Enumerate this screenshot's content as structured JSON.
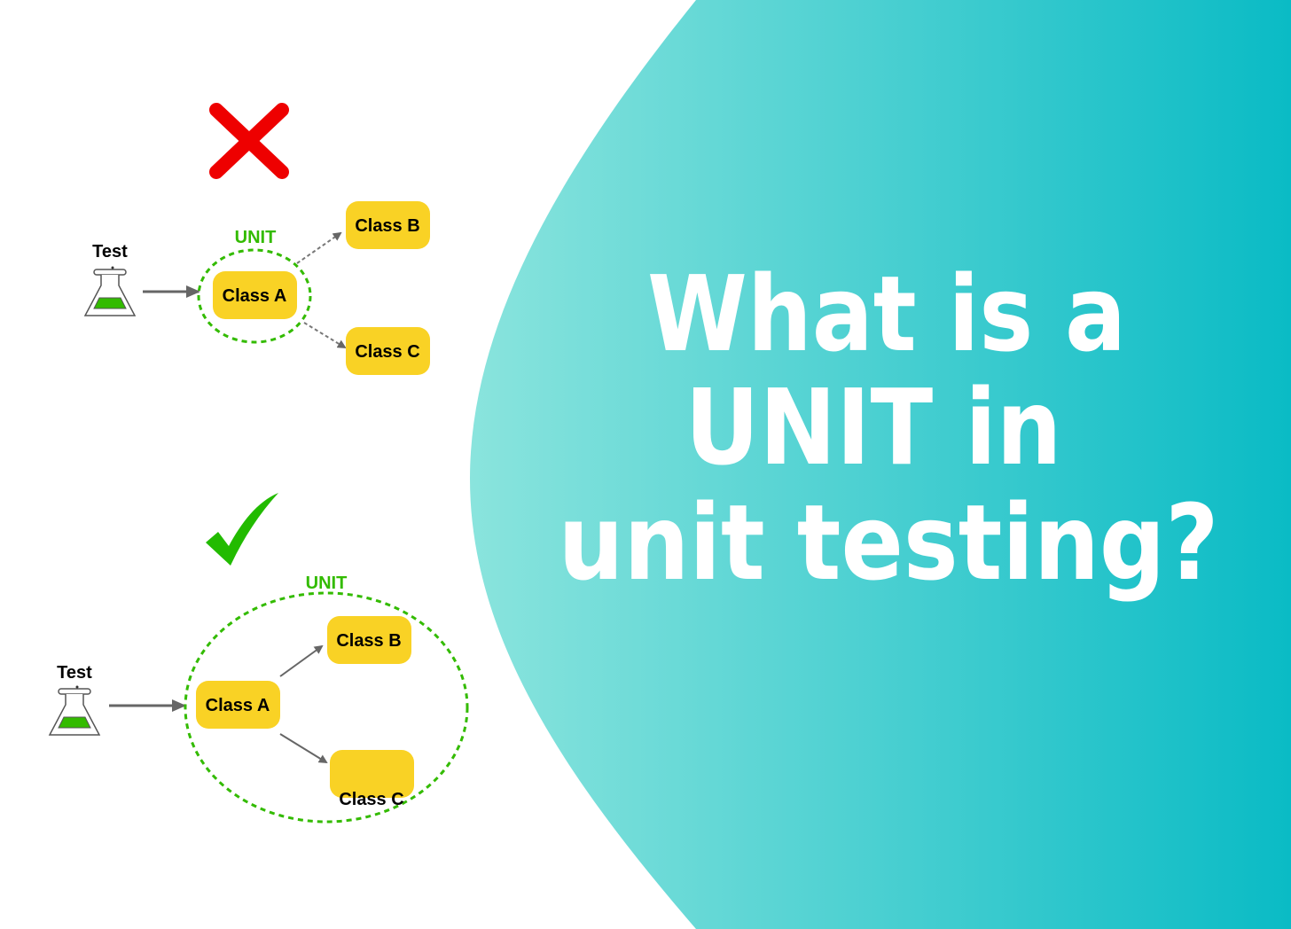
{
  "title": {
    "line1": "What is a",
    "line2": "UNIT in",
    "line3": "unit testing?"
  },
  "wrong_example": {
    "marker_icon": "red-cross-icon",
    "test_label": "Test",
    "unit_label": "UNIT",
    "class_a": "Class A",
    "class_b": "Class B",
    "class_c": "Class C"
  },
  "right_example": {
    "marker_icon": "green-check-icon",
    "test_label": "Test",
    "unit_label": "UNIT",
    "class_a": "Class A",
    "class_b": "Class B",
    "class_c": "Class C"
  },
  "colors": {
    "class_box": "#f9d225",
    "unit": "#33bb00",
    "teal_light": "#86e3dc",
    "teal_dark": "#0bbcc6",
    "cross": "#ee0000",
    "check": "#22bb00"
  }
}
